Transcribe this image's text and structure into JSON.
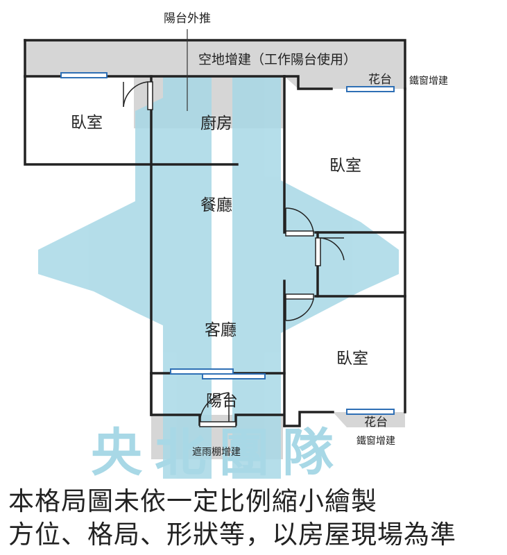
{
  "labels": {
    "balcony_push": "陽台外推",
    "open_extension": "空地增建（工作陽台使用）",
    "flower_bed_top": "花台",
    "iron_window_top": "鐵窗增建",
    "bedroom_left": "臥室",
    "kitchen": "廚房",
    "bedroom_right_top": "臥室",
    "dining": "餐廳",
    "living": "客廳",
    "bedroom_right_bottom": "臥室",
    "balcony": "陽台",
    "flower_bed_bottom": "花台",
    "iron_window_bottom": "鐵窗增建",
    "rain_shelter": "遮雨棚增建"
  },
  "watermark": {
    "text": "央北團隊",
    "color": "#a8d8e6"
  },
  "disclaimer": {
    "line1": "本格局圖未依一定比例縮小繪製",
    "line2": "方位、格局、形狀等，以房屋現場為準"
  },
  "colors": {
    "wall": "#222222",
    "extension_fill": "#d6d6d6",
    "window": "#2e6fb5",
    "watermark": "#a8d8e6"
  }
}
